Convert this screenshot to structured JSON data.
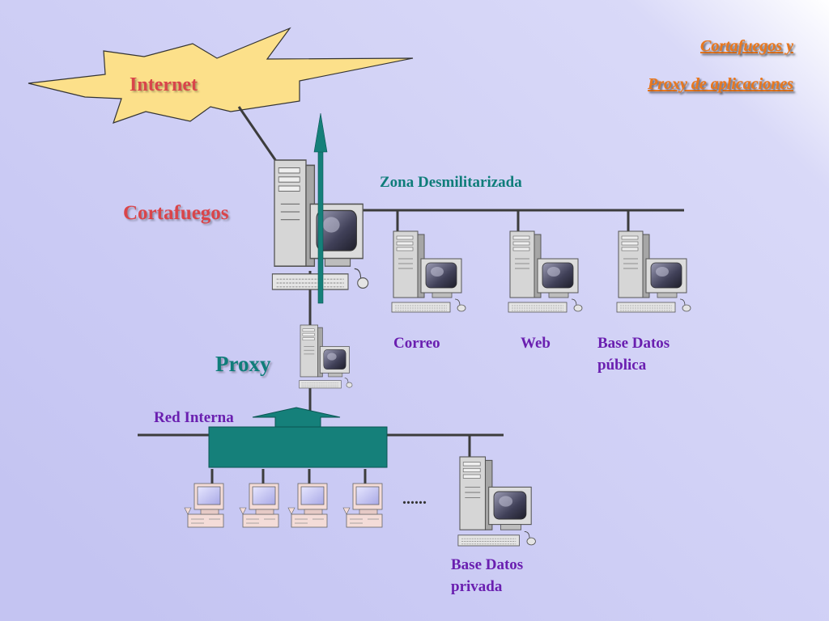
{
  "title": {
    "line1": "Cortafuegos y",
    "line2": "Proxy de aplicaciones"
  },
  "labels": {
    "internet": "Internet",
    "firewall": "Cortafuegos",
    "dmz": "Zona Desmilitarizada",
    "proxy": "Proxy",
    "internal_network": "Red Interna",
    "mail": "Correo",
    "web": "Web",
    "public_db_line1": "Base Datos",
    "public_db_line2": "pública",
    "private_db_line1": "Base Datos",
    "private_db_line2": "privada",
    "ellipsis": "......"
  },
  "colors": {
    "accent_orange": "#e87820",
    "label_red": "#d9454a",
    "label_teal": "#0f7d7a",
    "label_purple": "#6a1fb0",
    "teal_fill": "#15807a",
    "cloud_fill": "#fce08a",
    "line": "#3c3c3c",
    "bg_from": "#ffffff",
    "bg_to": "#c9c9f5"
  },
  "icons": [
    "internet-cloud-icon",
    "tower-computer-icon",
    "desktop-computer-icon",
    "upward-arrow-icon"
  ]
}
